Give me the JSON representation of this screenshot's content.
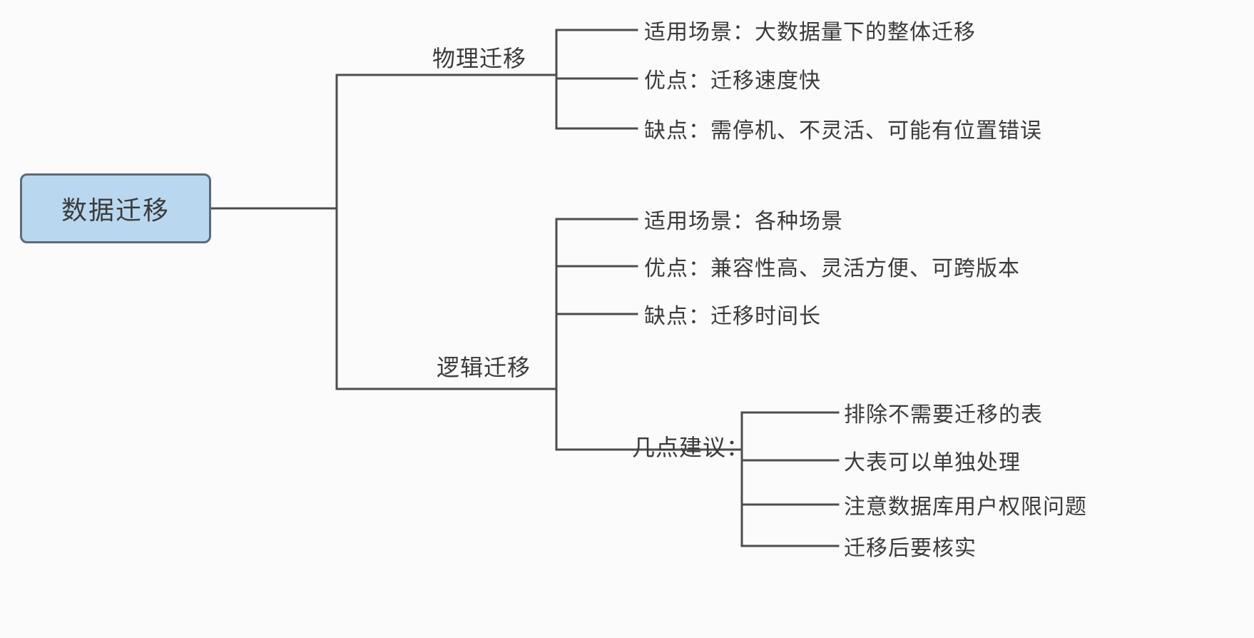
{
  "diagram": {
    "type": "mindmap",
    "root": {
      "label": "数据迁移"
    },
    "branches": [
      {
        "label": "物理迁移",
        "children": [
          {
            "label": "适用场景：大数据量下的整体迁移"
          },
          {
            "label": "优点：迁移速度快"
          },
          {
            "label": "缺点：需停机、不灵活、可能有位置错误"
          }
        ]
      },
      {
        "label": "逻辑迁移",
        "children": [
          {
            "label": "适用场景：各种场景"
          },
          {
            "label": "优点：兼容性高、灵活方便、可跨版本"
          },
          {
            "label": "缺点：迁移时间长"
          },
          {
            "label": "几点建议：",
            "children": [
              {
                "label": "排除不需要迁移的表"
              },
              {
                "label": "大表可以单独处理"
              },
              {
                "label": "注意数据库用户权限问题"
              },
              {
                "label": "迁移后要核实"
              }
            ]
          }
        ]
      }
    ],
    "colors": {
      "background": "#fbfbfb",
      "root_fill": "#b9d8ef",
      "root_border": "#5d6b78",
      "line": "#4d4d4d",
      "text": "#3b3b3b"
    }
  }
}
